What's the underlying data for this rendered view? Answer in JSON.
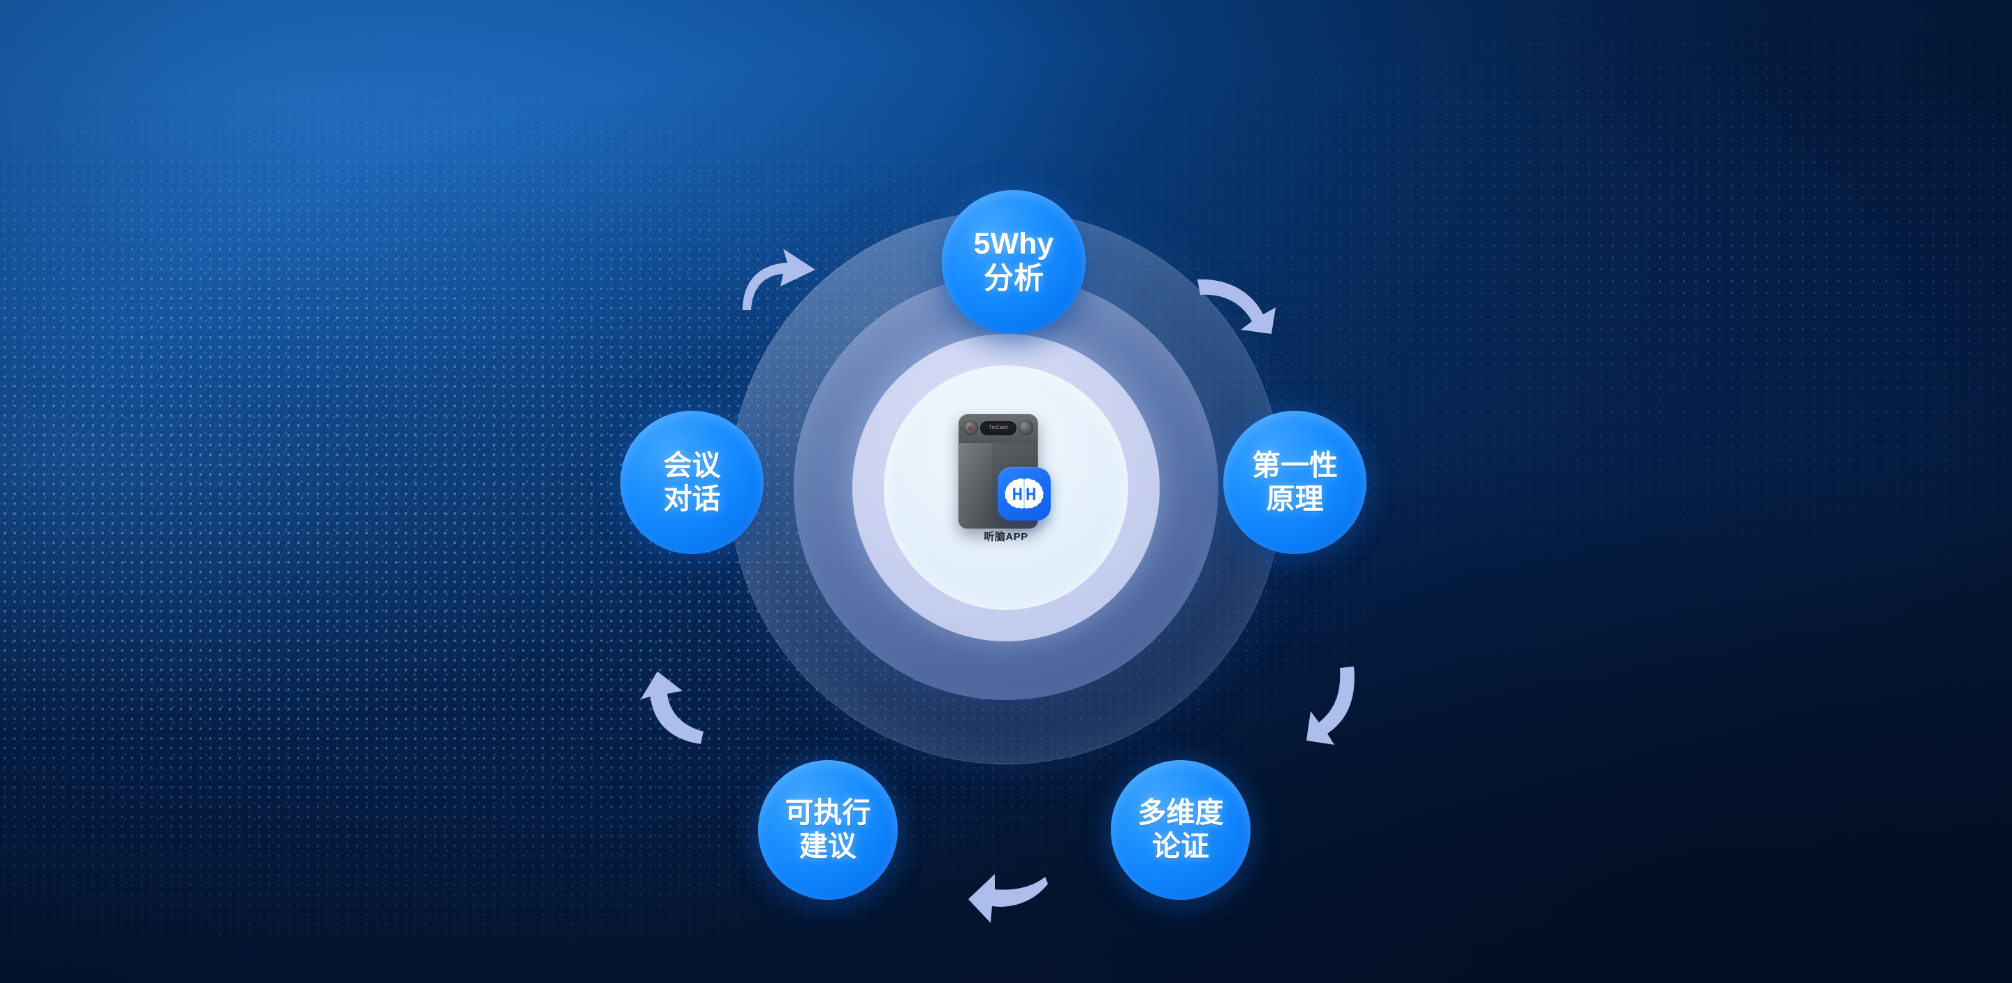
{
  "center": {
    "app_label": "听脑APP",
    "device_brand": "TicCard",
    "app_icon_name": "brain-waveform-icon"
  },
  "bubbles": [
    {
      "id": "5why",
      "line1": "5Why",
      "line2": "分析",
      "position": "top"
    },
    {
      "id": "first",
      "line1": "第一性",
      "line2": "原理",
      "position": "right"
    },
    {
      "id": "multi",
      "line1": "多维度",
      "line2": "论证",
      "position": "bottom-right"
    },
    {
      "id": "actionable",
      "line1": "可执行",
      "line2": "建议",
      "position": "bottom-left"
    },
    {
      "id": "meeting",
      "line1": "会议",
      "line2": "对话",
      "position": "left"
    }
  ],
  "arrows": [
    {
      "id": "top-left",
      "direction": "up-right"
    },
    {
      "id": "top-right",
      "direction": "down-right"
    },
    {
      "id": "bottom-right",
      "direction": "down-left"
    },
    {
      "id": "bottom",
      "direction": "left"
    },
    {
      "id": "bottom-left",
      "direction": "up-left"
    }
  ],
  "colors": {
    "bubble_blue": "#1f91ff",
    "app_icon_blue": "#1a6ff4",
    "arrow_lavender": "#aebeec",
    "ring_outer": "#5a7399",
    "ring_mid": "#6881b6",
    "ring_lavender": "#ccd3f1",
    "ring_pale": "#e6f1fb",
    "bg_light": "#0e60b8",
    "bg_dark": "#04173a"
  }
}
